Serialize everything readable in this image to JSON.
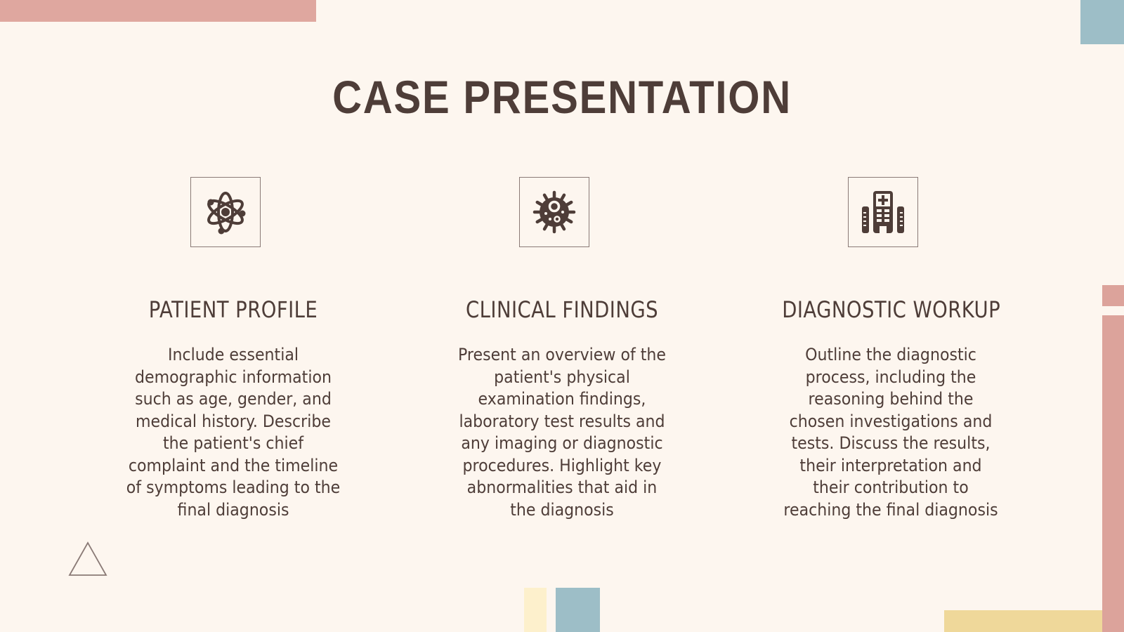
{
  "slide": {
    "title": "CASE PRESENTATION",
    "colors": {
      "background": "#fdf6ef",
      "text": "#4e3d38",
      "pink": "#dfa79f",
      "blue": "#9dbec7",
      "yellow": "#efd89a",
      "cream": "#fdf0cc"
    },
    "columns": [
      {
        "icon": "atom-icon",
        "heading": "PATIENT PROFILE",
        "body": "Include essential demographic information such as age, gender, and medical history. Describe the patient's chief complaint and the timeline of symptoms leading to the final diagnosis"
      },
      {
        "icon": "virus-icon",
        "heading": "CLINICAL FINDINGS",
        "body": "Present an overview of the patient's physical examination findings, laboratory test results and any imaging or diagnostic procedures. Highlight key abnormalities that aid in the diagnosis"
      },
      {
        "icon": "hospital-icon",
        "heading": "DIAGNOSTIC WORKUP",
        "body": "Outline the diagnostic process, including the reasoning behind the chosen investigations and tests. Discuss the results, their interpretation and their contribution to reaching the final diagnosis"
      }
    ]
  }
}
